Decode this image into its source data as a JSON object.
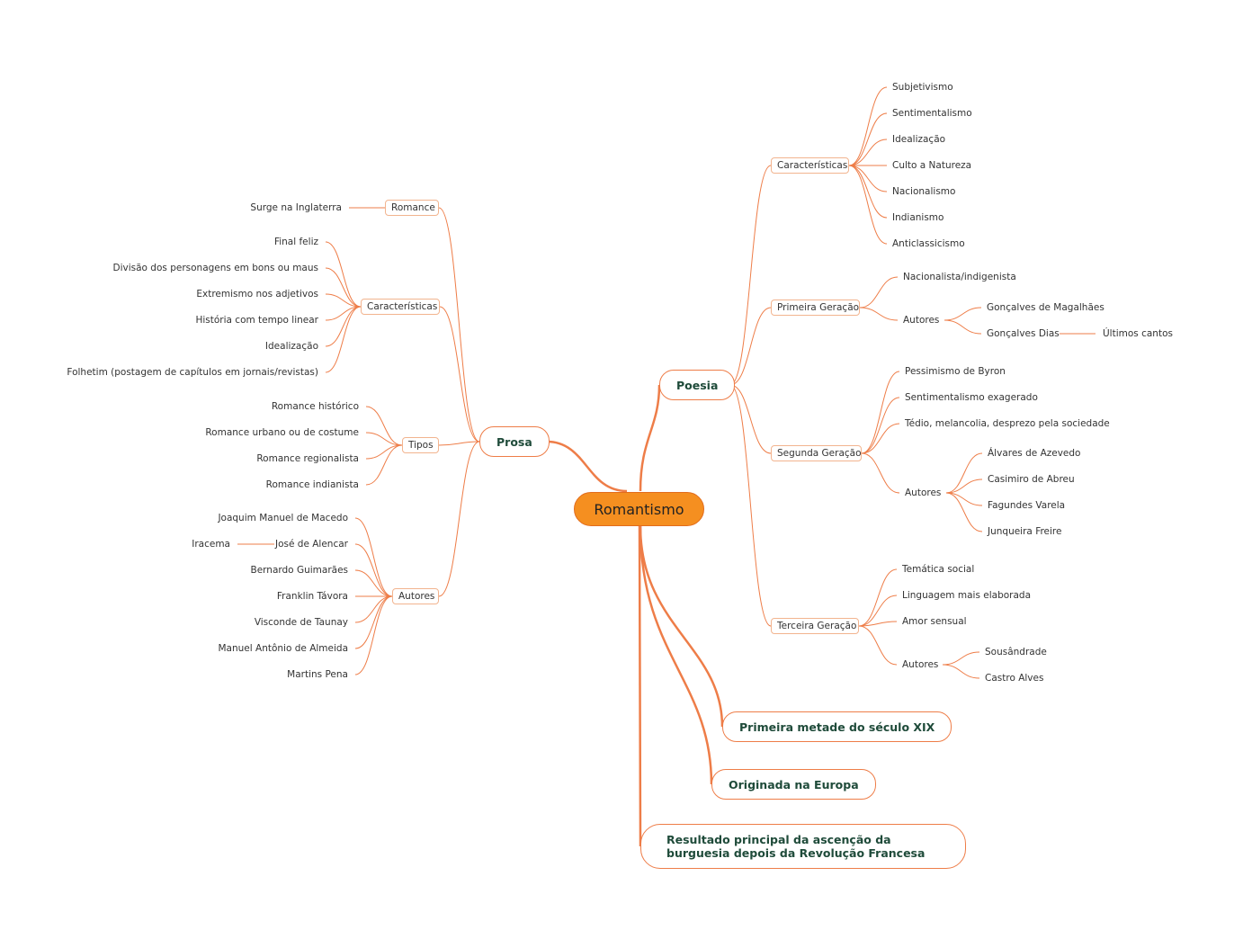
{
  "root": "Romantismo",
  "prosa": {
    "label": "Prosa",
    "romance": {
      "label": "Romance",
      "child": "Surge na Inglaterra"
    },
    "caracteristicas": {
      "label": "Características",
      "items": [
        "Final feliz",
        "Divisão dos personagens em bons ou maus",
        "Extremismo nos adjetivos",
        "História com tempo linear",
        "Idealização",
        "Folhetim (postagem de capítulos em jornais/revistas)"
      ]
    },
    "tipos": {
      "label": "Tipos",
      "items": [
        "Romance histórico",
        "Romance urbano ou de costume",
        "Romance regionalista",
        "Romance indianista"
      ]
    },
    "autores": {
      "label": "Autores",
      "items": [
        "Joaquim Manuel de Macedo",
        "José de Alencar",
        "Bernardo Guimarães",
        "Franklin Távora",
        "Visconde de Taunay",
        "Manuel Antônio de Almeida",
        "Martins Pena"
      ],
      "alencar_work": "Iracema"
    }
  },
  "poesia": {
    "label": "Poesia",
    "caracteristicas": {
      "label": "Características",
      "items": [
        "Subjetivismo",
        "Sentimentalismo",
        "Idealização",
        "Culto a Natureza",
        "Nacionalismo",
        "Indianismo",
        "Anticlassicismo"
      ]
    },
    "primeira": {
      "label": "Primeira Geração",
      "item": "Nacionalista/indigenista",
      "autores_label": "Autores",
      "autores": [
        "Gonçalves de Magalhães",
        "Gonçalves Dias"
      ],
      "dias_work": "Últimos cantos"
    },
    "segunda": {
      "label": "Segunda Geração",
      "items": [
        "Pessimismo de Byron",
        "Sentimentalismo exagerado",
        "Tédio, melancolia, desprezo pela sociedade"
      ],
      "autores_label": "Autores",
      "autores": [
        "Álvares de Azevedo",
        "Casimiro de Abreu",
        "Fagundes Varela",
        "Junqueira Freire"
      ]
    },
    "terceira": {
      "label": "Terceira Geração",
      "items": [
        "Temática social",
        "Linguagem mais elaborada",
        "Amor sensual"
      ],
      "autores_label": "Autores",
      "autores": [
        "Sousândrade",
        "Castro Alves"
      ]
    }
  },
  "primeira_metade": "Primeira metade do século XIX",
  "origem": "Originada na Europa",
  "resultado": "Resultado principal da ascenção da burguesia depois da Revolução Francesa",
  "colors": {
    "line": "#ee7d48",
    "root_fill": "#f58f20",
    "text": "#1f4b3a"
  }
}
